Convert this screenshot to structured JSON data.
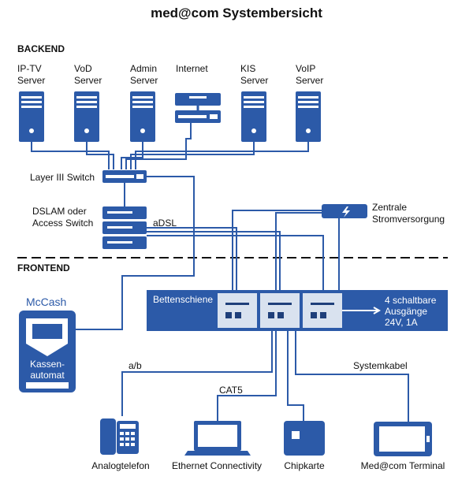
{
  "title": "med@com Systembersicht",
  "sections": {
    "backend": "BACKEND",
    "frontend": "FRONTEND"
  },
  "servers": [
    {
      "line1": "IP-TV",
      "line2": "Server"
    },
    {
      "line1": "VoD",
      "line2": "Server"
    },
    {
      "line1": "Admin",
      "line2": "Server"
    },
    {
      "line1": "Internet",
      "line2": ""
    },
    {
      "line1": "KIS",
      "line2": "Server"
    },
    {
      "line1": "VoIP",
      "line2": "Server"
    }
  ],
  "layer3_switch": "Layer III Switch",
  "dslam": {
    "line1": "DSLAM oder",
    "line2": "Access Switch"
  },
  "adsl": "aDSL",
  "power": {
    "line1": "Zentrale",
    "line2": "Stromversorgung"
  },
  "mccash": {
    "label": "McCash",
    "line1": "Kassen-",
    "line2": "automat"
  },
  "bettenschiene": {
    "label": "Bettenschiene",
    "info_line1": "4 schaltbare",
    "info_line2": "Ausgänge",
    "info_line3": "24V, 1A"
  },
  "cables": {
    "ab": "a/b",
    "cat5": "CAT5",
    "systemkabel": "Systemkabel"
  },
  "devices": [
    {
      "label": "Analogtelefon"
    },
    {
      "label": "Ethernet Connectivity"
    },
    {
      "label": "Chipkarte"
    },
    {
      "label": "Med@com Terminal"
    }
  ],
  "colors": {
    "primary": "#2c5aa8",
    "dark": "#1f3f7a",
    "panel": "#d9e2ef"
  }
}
